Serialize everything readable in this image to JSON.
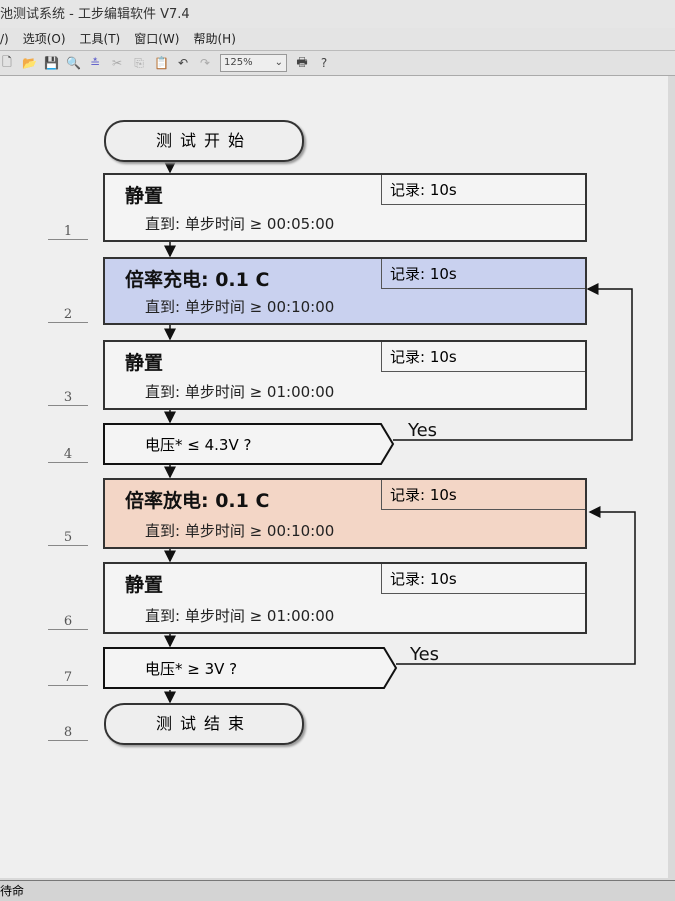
{
  "window": {
    "title": "池测试系统 - 工步编辑软件 V7.4"
  },
  "menu": [
    "/)",
    "选项(O)",
    "工具(T)",
    "窗口(W)",
    "帮助(H)"
  ],
  "toolbar": {
    "zoom": "125%"
  },
  "flow": {
    "start": "测试开始",
    "end": "测试结束",
    "steps": [
      {
        "num": "1",
        "title": "静置",
        "cond": "直到: 单步时间 ≥ 00:05:00",
        "record": "记录: 10s"
      },
      {
        "num": "2",
        "title": "倍率充电: 0.1 C",
        "cond": "直到: 单步时间 ≥ 00:10:00",
        "record": "记录: 10s",
        "color": "#c9d1ef"
      },
      {
        "num": "3",
        "title": "静置",
        "cond": "直到: 单步时间 ≥ 01:00:00",
        "record": "记录: 10s"
      },
      {
        "num": "4",
        "cond": "电压* ≤ 4.3V ?",
        "yes": "Yes"
      },
      {
        "num": "5",
        "title": "倍率放电: 0.1 C",
        "cond": "直到: 单步时间 ≥ 00:10:00",
        "record": "记录: 10s",
        "color": "#f3d6c6"
      },
      {
        "num": "6",
        "title": "静置",
        "cond": "直到: 单步时间 ≥ 01:00:00",
        "record": "记录: 10s"
      },
      {
        "num": "7",
        "cond": "电压* ≥ 3V ?",
        "yes": "Yes"
      },
      {
        "num": "8"
      }
    ]
  },
  "status": "待命"
}
